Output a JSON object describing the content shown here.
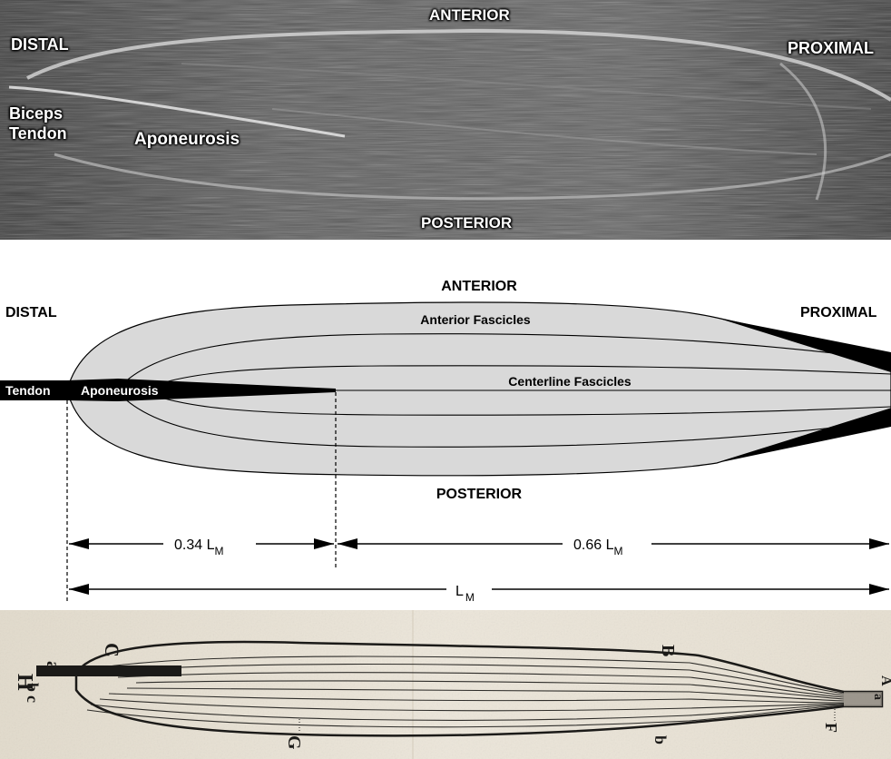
{
  "ultrasound": {
    "anterior": "ANTERIOR",
    "posterior": "POSTERIOR",
    "distal": "DISTAL",
    "proximal": "PROXIMAL",
    "biceps": "Biceps",
    "tendon": "Tendon",
    "aponeurosis": "Aponeurosis"
  },
  "schematic": {
    "anterior": "ANTERIOR",
    "posterior": "POSTERIOR",
    "distal": "DISTAL",
    "proximal": "PROXIMAL",
    "anterior_fascicles": "Anterior Fascicles",
    "centerline_fascicles": "Centerline Fascicles",
    "tendon": "Tendon",
    "aponeurosis": "Aponeurosis",
    "dim_short": "0.34 L",
    "dim_long": "0.66 L",
    "dim_total": "L",
    "subscript": "M",
    "colors": {
      "muscle_fill": "#d9d9d9",
      "outline": "#000000"
    }
  },
  "engraving": {
    "letter_H": "H",
    "letter_a_top": "a",
    "letter_b_top": "b",
    "letter_c": "c",
    "letter_C": "C",
    "letter_B": "B",
    "letter_b": "b",
    "letter_G": "G",
    "letter_A": "A",
    "letter_a_right": "a",
    "letter_F": "F",
    "colors": {
      "paper": "#e9e3d6",
      "ink": "#1b1a18"
    }
  }
}
